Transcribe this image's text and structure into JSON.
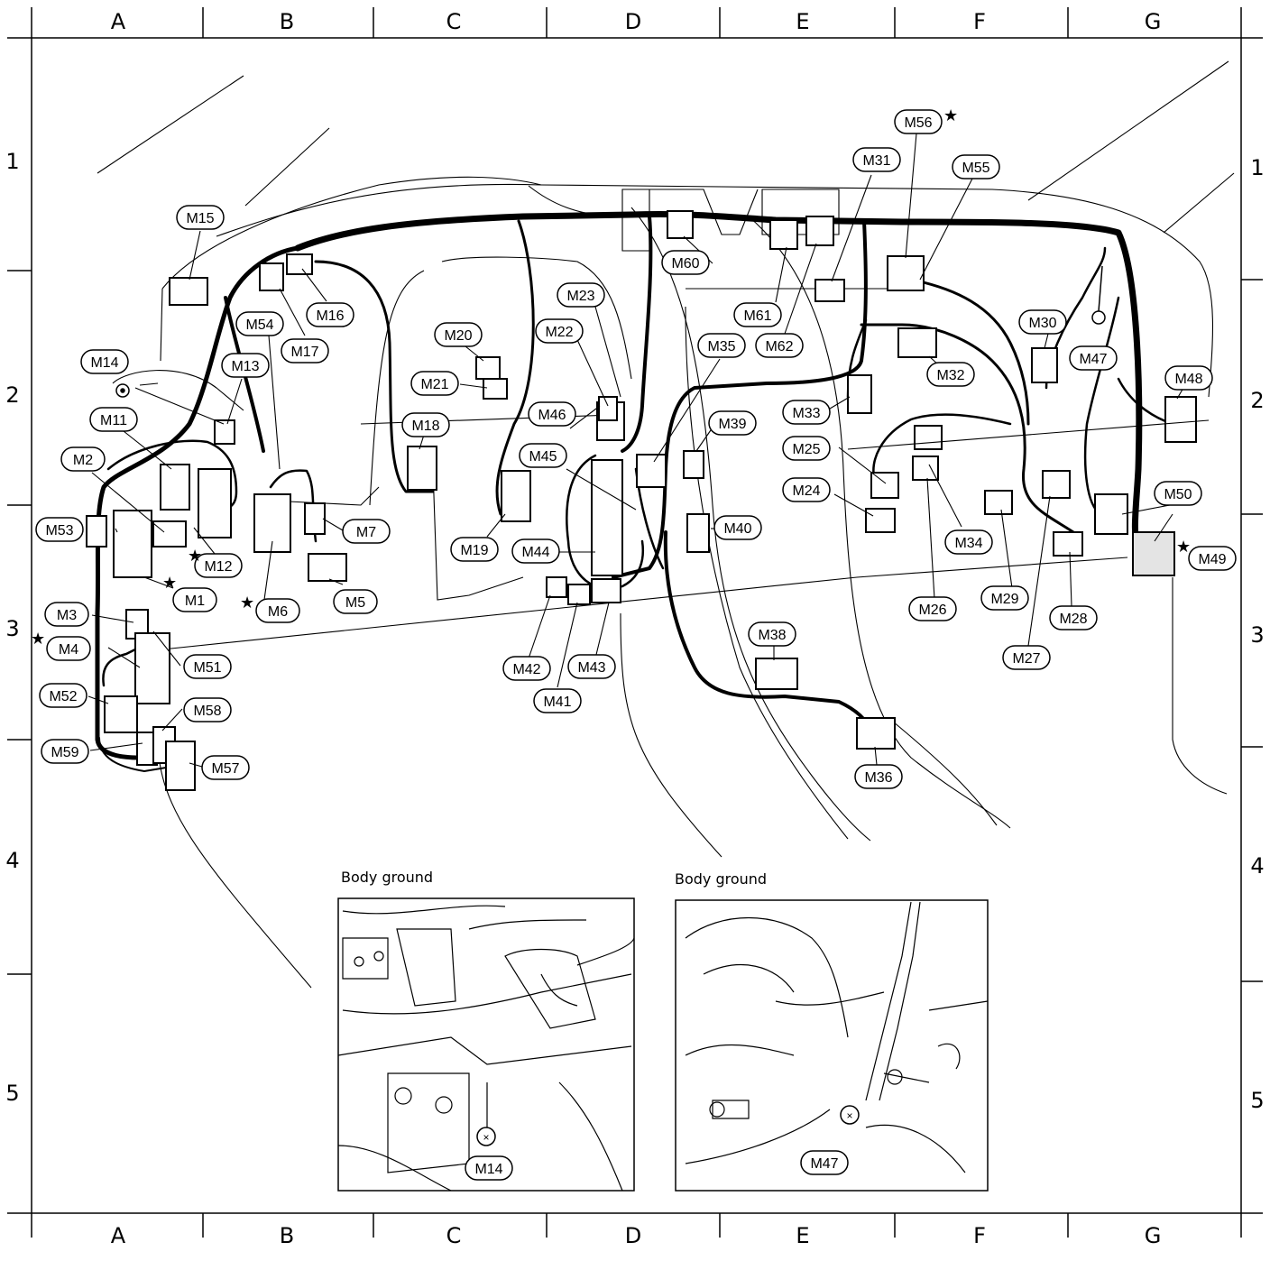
{
  "grid": {
    "columns": [
      "A",
      "B",
      "C",
      "D",
      "E",
      "F",
      "G"
    ],
    "rows": [
      "1",
      "2",
      "3",
      "4",
      "5"
    ]
  },
  "connectors": [
    {
      "id": "m15",
      "label": "M15",
      "star": false
    },
    {
      "id": "m16",
      "label": "M16",
      "star": false
    },
    {
      "id": "m17",
      "label": "M17",
      "star": false
    },
    {
      "id": "m54",
      "label": "M54",
      "star": false
    },
    {
      "id": "m14",
      "label": "M14",
      "star": false
    },
    {
      "id": "m13",
      "label": "M13",
      "star": false
    },
    {
      "id": "m11",
      "label": "M11",
      "star": false
    },
    {
      "id": "m2",
      "label": "M2",
      "star": false
    },
    {
      "id": "m53",
      "label": "M53",
      "star": false
    },
    {
      "id": "m12",
      "label": "M12",
      "star": true
    },
    {
      "id": "m1",
      "label": "M1",
      "star": true
    },
    {
      "id": "m6",
      "label": "M6",
      "star": true
    },
    {
      "id": "m7",
      "label": "M7",
      "star": false
    },
    {
      "id": "m5",
      "label": "M5",
      "star": false
    },
    {
      "id": "m3",
      "label": "M3",
      "star": false
    },
    {
      "id": "m4",
      "label": "M4",
      "star": true
    },
    {
      "id": "m51",
      "label": "M51",
      "star": false
    },
    {
      "id": "m52",
      "label": "M52",
      "star": false
    },
    {
      "id": "m58",
      "label": "M58",
      "star": false
    },
    {
      "id": "m59",
      "label": "M59",
      "star": false
    },
    {
      "id": "m57",
      "label": "M57",
      "star": false
    },
    {
      "id": "m18",
      "label": "M18",
      "star": false
    },
    {
      "id": "m20",
      "label": "M20",
      "star": false
    },
    {
      "id": "m21",
      "label": "M21",
      "star": false
    },
    {
      "id": "m22",
      "label": "M22",
      "star": false
    },
    {
      "id": "m23",
      "label": "M23",
      "star": false
    },
    {
      "id": "m19",
      "label": "M19",
      "star": false
    },
    {
      "id": "m46",
      "label": "M46",
      "star": false
    },
    {
      "id": "m45",
      "label": "M45",
      "star": false
    },
    {
      "id": "m44",
      "label": "M44",
      "star": false
    },
    {
      "id": "m42",
      "label": "M42",
      "star": false
    },
    {
      "id": "m41",
      "label": "M41",
      "star": false
    },
    {
      "id": "m43",
      "label": "M43",
      "star": false
    },
    {
      "id": "m60",
      "label": "M60",
      "star": false
    },
    {
      "id": "m61",
      "label": "M61",
      "star": false
    },
    {
      "id": "m62",
      "label": "M62",
      "star": false
    },
    {
      "id": "m35",
      "label": "M35",
      "star": false
    },
    {
      "id": "m39",
      "label": "M39",
      "star": false
    },
    {
      "id": "m40",
      "label": "M40",
      "star": false
    },
    {
      "id": "m38",
      "label": "M38",
      "star": false
    },
    {
      "id": "m36",
      "label": "M36",
      "star": false
    },
    {
      "id": "m56",
      "label": "M56",
      "star": true
    },
    {
      "id": "m31",
      "label": "M31",
      "star": false
    },
    {
      "id": "m55",
      "label": "M55",
      "star": false
    },
    {
      "id": "m32",
      "label": "M32",
      "star": false
    },
    {
      "id": "m33",
      "label": "M33",
      "star": false
    },
    {
      "id": "m25",
      "label": "M25",
      "star": false
    },
    {
      "id": "m24",
      "label": "M24",
      "star": false
    },
    {
      "id": "m34",
      "label": "M34",
      "star": false
    },
    {
      "id": "m26",
      "label": "M26",
      "star": false
    },
    {
      "id": "m29",
      "label": "M29",
      "star": false
    },
    {
      "id": "m30",
      "label": "M30",
      "star": false
    },
    {
      "id": "m47",
      "label": "M47",
      "star": false
    },
    {
      "id": "m27",
      "label": "M27",
      "star": false
    },
    {
      "id": "m28",
      "label": "M28",
      "star": false
    },
    {
      "id": "m48",
      "label": "M48",
      "star": false
    },
    {
      "id": "m50",
      "label": "M50",
      "star": false
    },
    {
      "id": "m49",
      "label": "M49",
      "star": true
    }
  ],
  "insets": [
    {
      "id": "left",
      "title": "Body ground",
      "callout": "M14"
    },
    {
      "id": "right",
      "title": "Body ground",
      "callout": "M47"
    }
  ]
}
